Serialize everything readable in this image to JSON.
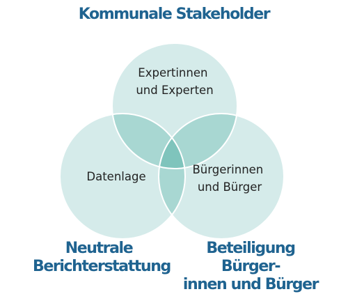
{
  "diagram": {
    "title": "Kommunale Stakeholder",
    "left_heading": [
      "Neutrale",
      "Berichterstattung"
    ],
    "right_heading": [
      "Beteiligung Bürger-",
      "innen und Bürger"
    ],
    "circles": [
      {
        "id": "top",
        "label": [
          "Expertinnen",
          "und Experten"
        ]
      },
      {
        "id": "left",
        "label": [
          "Datenlage"
        ]
      },
      {
        "id": "right",
        "label": [
          "Bürgerinnen",
          "und Bürger"
        ]
      }
    ]
  },
  "colors": {
    "heading": "#1f6390",
    "circle_fill": "#d5ebea",
    "overlap_pair": "#a8d7d2",
    "overlap_center": "#7fc4bc",
    "circle_stroke": "#ffffff"
  }
}
